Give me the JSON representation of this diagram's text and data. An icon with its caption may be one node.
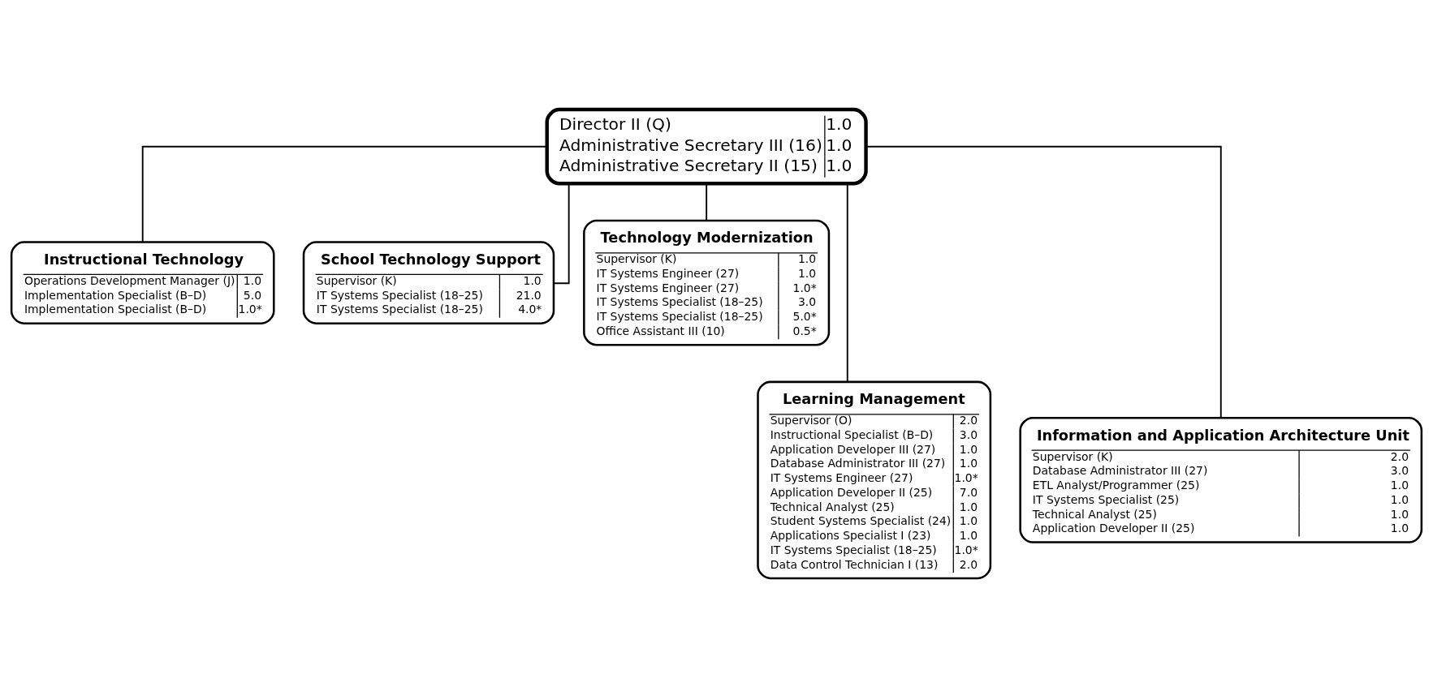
{
  "diagram": {
    "nodes": [
      {
        "text": [
          "Director II (Q)",
          "1.0",
          "Administrative Secretary III (16)",
          "1.0",
          "Administrative Secretary II (15)",
          "1.0"
        ]
      },
      {
        "text": [
          "Instructional Technology",
          "Operations Development Manager (J)",
          "1.0",
          "Implementation Specialist (B–D)",
          "5.0",
          "Implementation Specialist (B–D)",
          "1.0*"
        ]
      },
      {
        "text": [
          "School Technology Support",
          "Supervisor (K)",
          "1.0",
          "IT Systems Specialist (18–25)",
          "21.0",
          "IT Systems Specialist (18–25)",
          "4.0*"
        ]
      },
      {
        "text": [
          "Technology Modernization",
          "Supervisor (K)",
          "1.0",
          "IT Systems Engineer (27)",
          "1.0",
          "IT Systems Engineer (27)",
          "1.0*",
          "IT Systems Specialist (18–25)",
          "3.0",
          "IT Systems Specialist (18–25)",
          "5.0*",
          "Office Assistant III (10)",
          "0.5*"
        ]
      },
      {
        "text": [
          "Learning Management",
          "Supervisor (O)",
          "2.0",
          "Instructional Specialist (B–D)",
          "3.0",
          "Application Developer III (27)",
          "1.0",
          "Database Administrator III (27)",
          "1.0",
          "IT Systems Engineer (27)",
          "1.0*",
          "Application Developer II (25)",
          "7.0",
          "Technical Analyst (25)",
          "1.0",
          "Student Systems Specialist (24)",
          "1.0",
          "Applications Specialist I (23)",
          "1.0",
          "IT Systems Specialist (18–25)",
          "1.0*",
          "Data Control Technician I (13)",
          "2.0"
        ]
      },
      {
        "text": [
          "Information and Application Architecture Unit",
          "Supervisor (K)",
          "2.0",
          "Database Administrator III (27)",
          "3.0",
          "ETL Analyst/Programmer (25)",
          "1.0",
          "IT Systems Specialist (25)",
          "1.0",
          "Technical Analyst (25)",
          "1.0",
          "Application Developer II (25)",
          "1.0"
        ]
      }
    ],
    "edges": [
      {
        "from": 0,
        "to": 1,
        "arrow": "none"
      },
      {
        "from": 0,
        "to": 2,
        "arrow": "none"
      },
      {
        "from": 0,
        "to": 3,
        "arrow": "none"
      },
      {
        "from": 0,
        "to": 4,
        "arrow": "none"
      },
      {
        "from": 0,
        "to": 5,
        "arrow": "none"
      }
    ]
  }
}
